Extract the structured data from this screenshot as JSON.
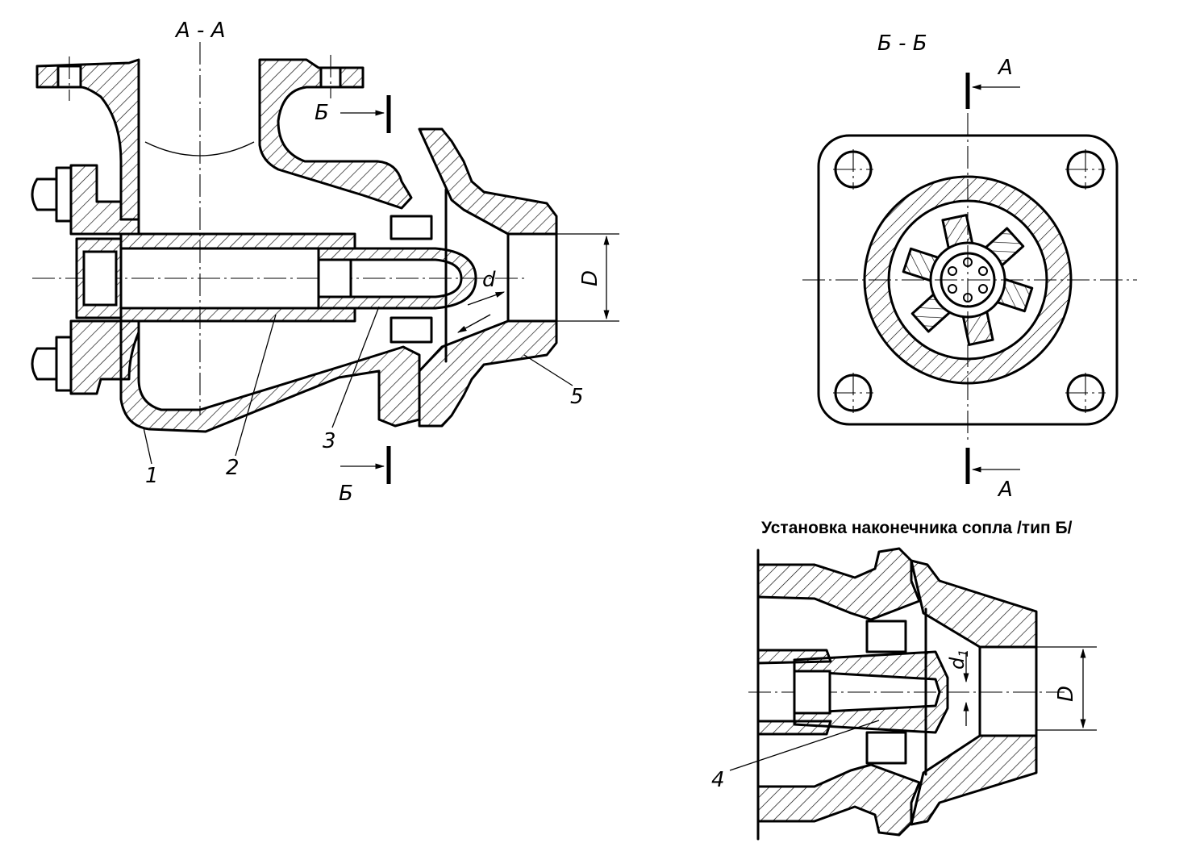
{
  "section_aa": {
    "title": "А - А"
  },
  "section_bb": {
    "title": "Б - Б",
    "marker_top": "А",
    "marker_bottom": "А"
  },
  "section_markers": {
    "top": "Б",
    "bottom": "Б"
  },
  "dims": {
    "d": "d",
    "D": "D",
    "d1": "d",
    "d1_sub": "1",
    "D_detail": "D"
  },
  "callouts": {
    "one": "1",
    "two": "2",
    "three": "3",
    "four": "4",
    "five": "5"
  },
  "detail": {
    "title": "Установка наконечника сопла /тип Б/"
  },
  "colors": {
    "line": "#000000",
    "background": "#ffffff"
  }
}
